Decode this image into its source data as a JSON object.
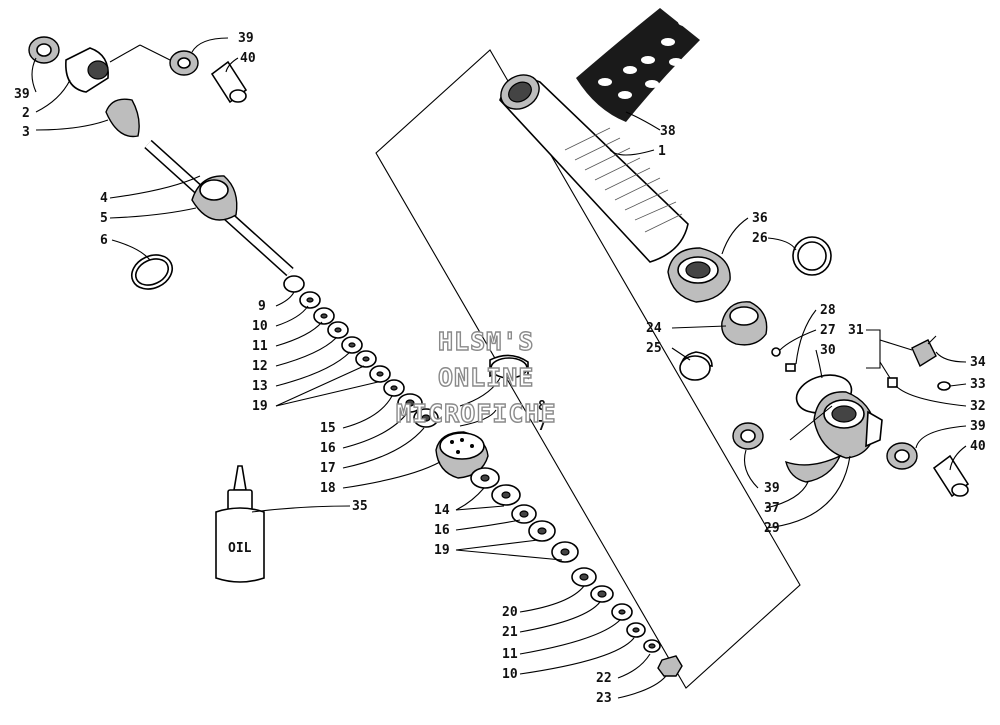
{
  "watermark": {
    "line1": "HLSM'S",
    "line2": "ONLINE",
    "line3": "MICROFICHE"
  },
  "oil_bottle": {
    "label": "OIL"
  },
  "callouts": {
    "c1": "1",
    "c2": "2",
    "c3": "3",
    "c4": "4",
    "c5": "5",
    "c6": "6",
    "c7": "7",
    "c8": "8",
    "c9": "9",
    "c10a": "10",
    "c10b": "10",
    "c11a": "11",
    "c11b": "11",
    "c12": "12",
    "c13": "13",
    "c14": "14",
    "c15": "15",
    "c16a": "16",
    "c16b": "16",
    "c17": "17",
    "c18": "18",
    "c19a": "19",
    "c19b": "19",
    "c20": "20",
    "c21": "21",
    "c22": "22",
    "c23": "23",
    "c24": "24",
    "c25": "25",
    "c26": "26",
    "c27": "27",
    "c28": "28",
    "c29": "29",
    "c30": "30",
    "c31": "31",
    "c32": "32",
    "c33": "33",
    "c34": "34",
    "c35": "35",
    "c36": "36",
    "c37": "37",
    "c38": "38",
    "c39a": "39",
    "c39b": "39",
    "c39c": "39",
    "c39d": "39",
    "c40a": "40",
    "c40b": "40"
  }
}
